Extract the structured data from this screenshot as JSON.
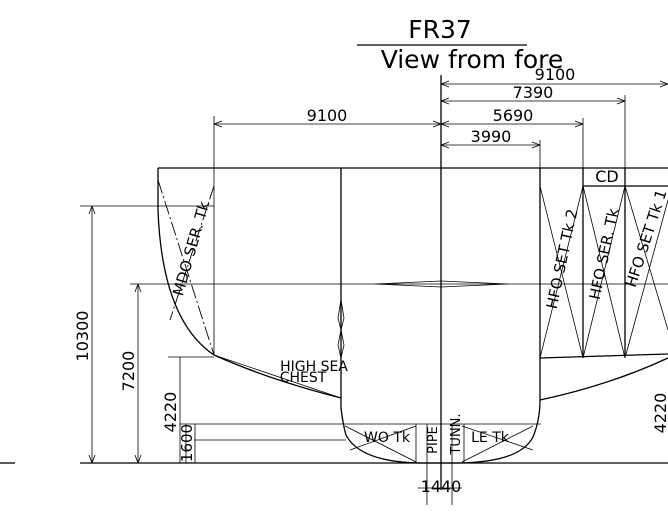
{
  "drawing": {
    "frame_label": "FR37",
    "view_label": "View from fore",
    "dims_top": {
      "d9100_right": "9100",
      "d7390": "7390",
      "d5690": "5690",
      "d3990": "3990",
      "d9100_left": "9100"
    },
    "dims_left": {
      "d10300": "10300",
      "d7200": "7200",
      "d4220": "4220",
      "d1600": "1600"
    },
    "dims_right": {
      "d4220": "4220"
    },
    "dims_bottom": {
      "d1440": "1440"
    },
    "tanks": {
      "mdo": "MDO SER. Tk",
      "hfo_set2": "HFO SET Tk 2",
      "hfo_ser": "HFO SER. Tk",
      "hfo_set1": "HFO SET Tk 1",
      "cd": "CD",
      "wo": "WO Tk",
      "le": "LE Tk",
      "pipe": "PIPE",
      "tunn": "TUNN.",
      "sea_chest_1": "HIGH SEA",
      "sea_chest_2": "CHEST"
    }
  }
}
